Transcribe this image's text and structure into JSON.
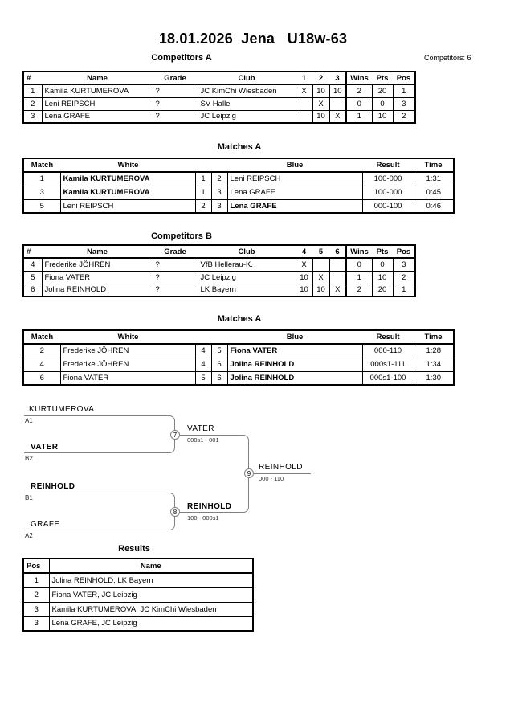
{
  "title": "18.01.2026  Jena   U18w-63",
  "competitors_note": "Competitors: 6",
  "competitors_a": {
    "label": "Competitors A",
    "headers": {
      "num": "#",
      "name": "Name",
      "grade": "Grade",
      "club": "Club",
      "c1": "1",
      "c2": "2",
      "c3": "3",
      "wins": "Wins",
      "pts": "Pts",
      "pos": "Pos"
    },
    "rows": [
      {
        "num": "1",
        "name": "Kamila KURTUMEROVA",
        "grade": "?",
        "club": "JC KimChi Wiesbaden",
        "c1": "X",
        "c2": "10",
        "c3": "10",
        "wins": "2",
        "pts": "20",
        "pos": "1"
      },
      {
        "num": "2",
        "name": "Leni REIPSCH",
        "grade": "?",
        "club": "SV Halle",
        "c1": "",
        "c2": "X",
        "c3": "",
        "wins": "0",
        "pts": "0",
        "pos": "3"
      },
      {
        "num": "3",
        "name": "Lena GRAFE",
        "grade": "?",
        "club": "JC Leipzig",
        "c1": "",
        "c2": "10",
        "c3": "X",
        "wins": "1",
        "pts": "10",
        "pos": "2"
      }
    ]
  },
  "matches_a": {
    "label": "Matches A",
    "headers": {
      "match": "Match",
      "white": "White",
      "blue": "Blue",
      "result": "Result",
      "time": "Time"
    },
    "rows": [
      {
        "match": "1",
        "white": "Kamila KURTUMEROVA",
        "wnum": "1",
        "bnum": "2",
        "blue": "Leni REIPSCH",
        "result": "100-000",
        "time": "1:31"
      },
      {
        "match": "3",
        "white": "Kamila KURTUMEROVA",
        "wnum": "1",
        "bnum": "3",
        "blue": "Lena GRAFE",
        "result": "100-000",
        "time": "0:45"
      },
      {
        "match": "5",
        "white": "Leni REIPSCH",
        "wnum": "2",
        "bnum": "3",
        "blue": "Lena GRAFE",
        "result": "000-100",
        "time": "0:46"
      }
    ]
  },
  "competitors_b": {
    "label": "Competitors B",
    "headers": {
      "num": "#",
      "name": "Name",
      "grade": "Grade",
      "club": "Club",
      "c1": "4",
      "c2": "5",
      "c3": "6",
      "wins": "Wins",
      "pts": "Pts",
      "pos": "Pos"
    },
    "rows": [
      {
        "num": "4",
        "name": "Frederike JÖHREN",
        "grade": "?",
        "club": "VfB Hellerau-K.",
        "c1": "X",
        "c2": "",
        "c3": "",
        "wins": "0",
        "pts": "0",
        "pos": "3"
      },
      {
        "num": "5",
        "name": "Fiona VATER",
        "grade": "?",
        "club": "JC Leipzig",
        "c1": "10",
        "c2": "X",
        "c3": "",
        "wins": "1",
        "pts": "10",
        "pos": "2"
      },
      {
        "num": "6",
        "name": "Jolina REINHOLD",
        "grade": "?",
        "club": "LK Bayern",
        "c1": "10",
        "c2": "10",
        "c3": "X",
        "wins": "2",
        "pts": "20",
        "pos": "1"
      }
    ]
  },
  "matches_b": {
    "label": "Matches A",
    "headers": {
      "match": "Match",
      "white": "White",
      "blue": "Blue",
      "result": "Result",
      "time": "Time"
    },
    "rows": [
      {
        "match": "2",
        "white": "Frederike JÖHREN",
        "wnum": "4",
        "bnum": "5",
        "blue": "Fiona VATER",
        "result": "000-110",
        "time": "1:28"
      },
      {
        "match": "4",
        "white": "Frederike JÖHREN",
        "wnum": "4",
        "bnum": "6",
        "blue": "Jolina REINHOLD",
        "result": "000s1-111",
        "time": "1:34"
      },
      {
        "match": "6",
        "white": "Fiona VATER",
        "wnum": "5",
        "bnum": "6",
        "blue": "Jolina REINHOLD",
        "result": "000s1-100",
        "time": "1:30"
      }
    ]
  },
  "bracket": {
    "slots": [
      {
        "id": "A1",
        "name": "KURTUMEROVA"
      },
      {
        "id": "B2",
        "name": "VATER"
      },
      {
        "id": "B1",
        "name": "REINHOLD"
      },
      {
        "id": "A2",
        "name": "GRAFE"
      }
    ],
    "matches": [
      {
        "number": "7",
        "winner": "VATER",
        "result": "000s1 - 001"
      },
      {
        "number": "8",
        "winner": "REINHOLD",
        "result": "100 - 000s1"
      },
      {
        "number": "9",
        "winner": "REINHOLD",
        "result": "000 - 110"
      }
    ]
  },
  "results": {
    "label": "Results",
    "headers": {
      "pos": "Pos",
      "name": "Name"
    },
    "rows": [
      {
        "pos": "1",
        "name": "Jolina REINHOLD, LK Bayern"
      },
      {
        "pos": "2",
        "name": "Fiona VATER, JC Leipzig"
      },
      {
        "pos": "3",
        "name": "Kamila KURTUMEROVA, JC KimChi Wiesbaden"
      },
      {
        "pos": "3",
        "name": "Lena GRAFE, JC Leipzig"
      }
    ]
  }
}
